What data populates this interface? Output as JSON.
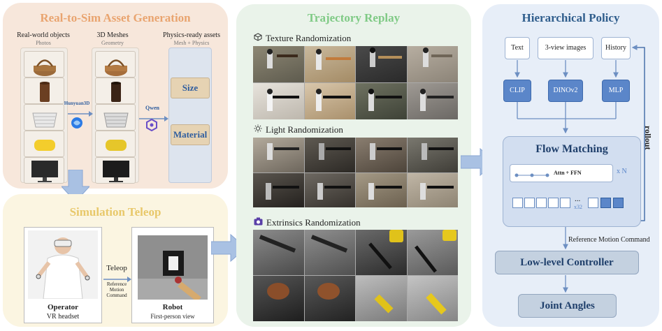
{
  "left_top": {
    "title": "Real-to-Sim Asset Generation",
    "col1_title": "Real-world objects",
    "col1_sub": "Photos",
    "col2_title": "3D Meshes",
    "col2_sub": "Geometry",
    "col3_title": "Physics-ready assets",
    "col3_sub": "Mesh + Physics",
    "tool1": "Hunyuan3D",
    "tool2": "Qwen",
    "prop1": "Size",
    "prop2": "Material",
    "colors": {
      "bg": "#f7e7db",
      "title": "#e9a46f",
      "prop_text": "#2f5d9e"
    }
  },
  "left_bottom": {
    "title": "Simulation Teleop",
    "operator_label": "Operator",
    "operator_sub": "VR headset",
    "arrow_label": "Teleop",
    "arrow_sub1": "Reference",
    "arrow_sub2": "Motion",
    "arrow_sub3": "Command",
    "robot_label": "Robot",
    "robot_sub": "First-person view",
    "colors": {
      "bg": "#fbf5e1",
      "title": "#e8c86a"
    }
  },
  "middle": {
    "title": "Trajectory Replay",
    "section1": "Texture Randomization",
    "section2": "Light Randomization",
    "section3": "Extrinsics Randomization",
    "icon1": "cube-icon",
    "icon2": "sun-icon",
    "icon3": "camera-icon",
    "colors": {
      "bg": "#eaf3ea",
      "title": "#7fca85"
    }
  },
  "right": {
    "title": "Hierarchical Policy",
    "input1": "Text",
    "input2": "3-view images",
    "input3": "History",
    "enc1": "CLIP",
    "enc2": "DINOv2",
    "enc3": "MLP",
    "flow_title": "Flow Matching",
    "attn": "Attn + FFN",
    "xn": "x N",
    "ellipsis": "...",
    "x32": "x32",
    "rollout": "rollout",
    "ref_cmd": "Reference Motion Command",
    "low_level": "Low-level Controller",
    "joint": "Joint Angles",
    "colors": {
      "bg": "#e7eef8",
      "title": "#2f5d8c",
      "accent": "#5b86c9"
    }
  }
}
